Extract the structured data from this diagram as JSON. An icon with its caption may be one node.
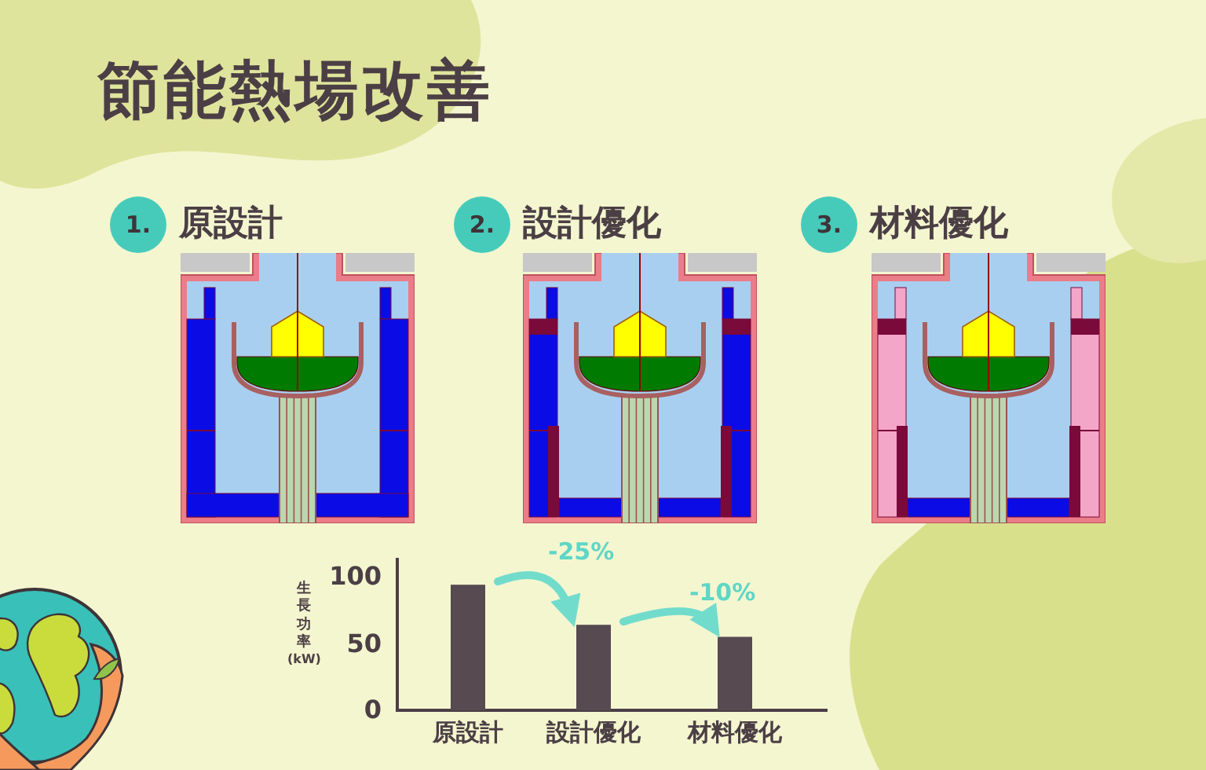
{
  "diagram": {
    "title": "節能熱場改善",
    "nodes": [
      {
        "text": [
          "1."
        ],
        "beside": [
          "原設計"
        ]
      },
      {
        "text": [
          "2."
        ],
        "beside": [
          "設計優化"
        ]
      },
      {
        "text": [
          "3."
        ],
        "beside": [
          "材料優化"
        ]
      }
    ],
    "chart_data": {
      "type": "bar",
      "ylabel": "生長功率 (kW)",
      "categories": [
        "原設計",
        "設計優化",
        "材料優化"
      ],
      "values": [
        94,
        64,
        55
      ],
      "ylim": [
        0,
        100
      ],
      "yticks": [
        0,
        50,
        100
      ],
      "annotations": [
        "-25%",
        "-10%"
      ]
    }
  }
}
